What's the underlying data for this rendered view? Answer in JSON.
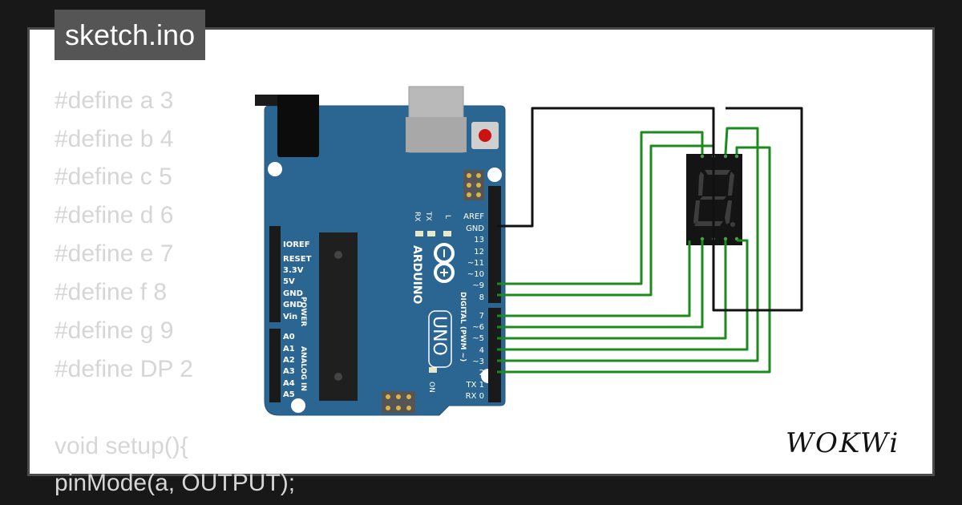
{
  "tab": {
    "title": "sketch.ino"
  },
  "code": {
    "lines": [
      "#define a 3",
      "#define b 4",
      "#define c 5",
      "#define d 6",
      "#define e 7",
      "#define f 8",
      "#define g 9",
      "#define DP 2",
      "",
      "void setup(){",
      "  pinMode(a, OUTPUT);"
    ]
  },
  "board": {
    "brand": "ARDUINO",
    "model": "UNO",
    "on_label": "ON",
    "tx_label": "TX",
    "rx_label": "RX",
    "l_label": "L",
    "power_label": "POWER",
    "analog_label": "ANALOG IN",
    "digital_label": "DIGITAL (PWM ~)",
    "power_pins": [
      "IOREF",
      "RESET",
      "3.3V",
      "5V",
      "GND",
      "GND",
      "Vin"
    ],
    "analog_pins": [
      "A0",
      "A1",
      "A2",
      "A3",
      "A4",
      "A5"
    ],
    "digital_top_pins": [
      "AREF",
      "GND",
      "13",
      "12",
      "~11",
      "~10",
      "~9",
      "8"
    ],
    "digital_bottom_pins": [
      "7",
      "~6",
      "~5",
      "4",
      "~3",
      "2",
      "TX 1",
      "RX 0"
    ],
    "color": "#2b6592"
  },
  "display": {
    "digit": "8"
  },
  "wires": {
    "signal_color": "#1c8a1c",
    "ground_color": "#111111"
  },
  "logo": {
    "text": "WOKWi"
  }
}
